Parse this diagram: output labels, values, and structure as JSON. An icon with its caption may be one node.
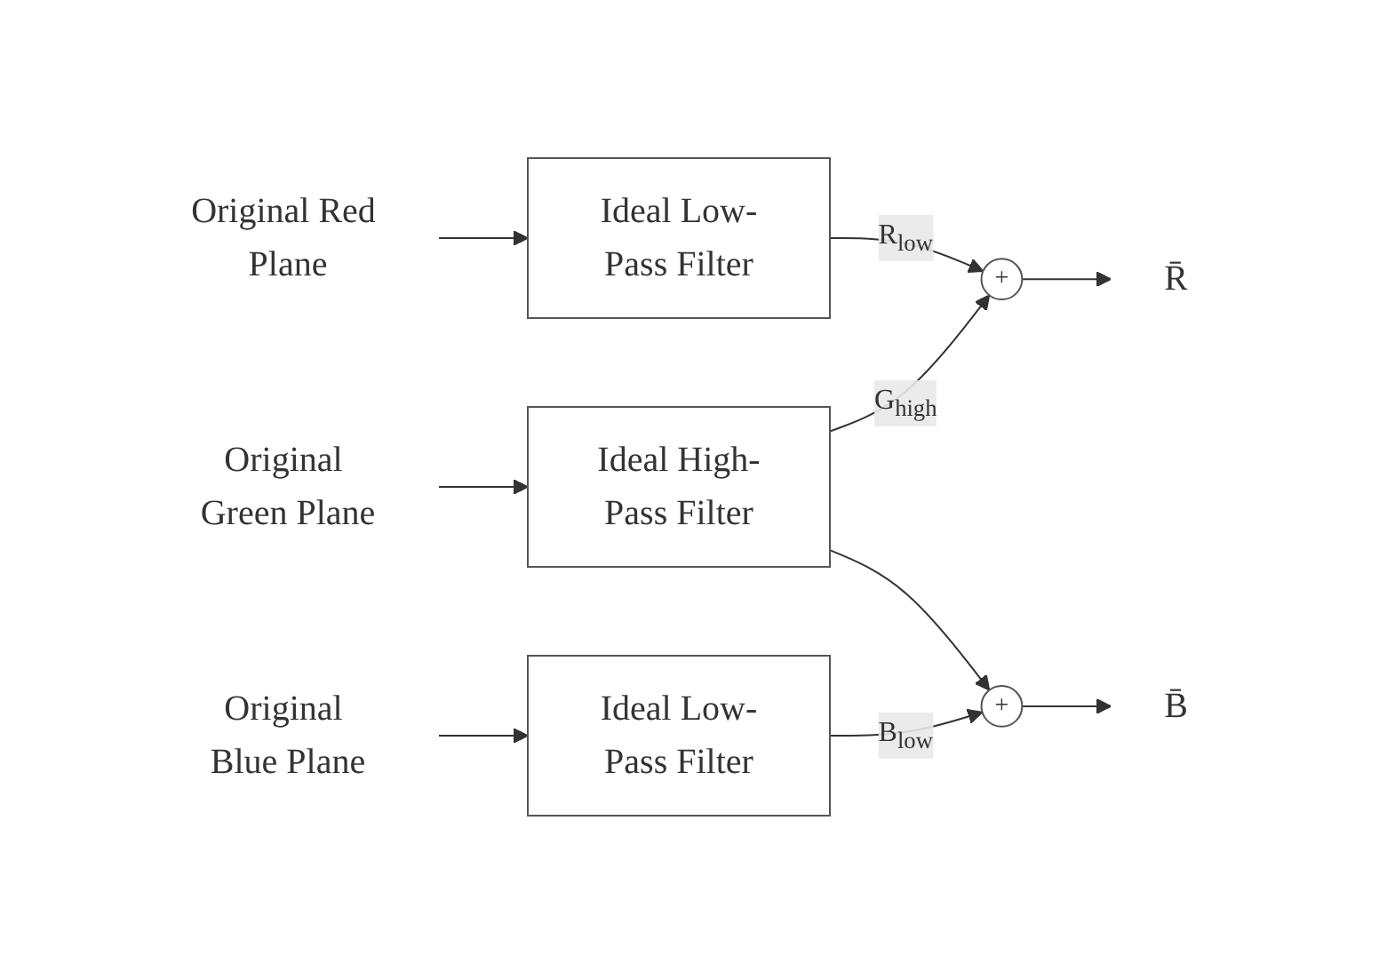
{
  "diagram": {
    "nodes": [
      {
        "text": [
          "Original Red Plane"
        ]
      },
      {
        "text": [
          "Ideal Low-Pass Filter"
        ]
      },
      {
        "text": [
          "+"
        ]
      },
      {
        "text": [
          "R̄"
        ]
      },
      {
        "text": [
          "Original Green Plane"
        ]
      },
      {
        "text": [
          "Ideal High-Pass Filter"
        ]
      },
      {
        "text": [
          "Original Blue Plane"
        ]
      },
      {
        "text": [
          "Ideal Low-Pass Filter"
        ]
      },
      {
        "text": [
          "+"
        ]
      },
      {
        "text": [
          "B̄"
        ]
      }
    ],
    "edges": [
      {
        "from": 0,
        "to": 1,
        "arrow": "to"
      },
      {
        "from": 1,
        "to": 2,
        "arrow": "to",
        "label": "R$_{low}$"
      },
      {
        "from": 2,
        "to": 3,
        "arrow": "to"
      },
      {
        "from": 4,
        "to": 5,
        "arrow": "to"
      },
      {
        "from": 5,
        "to": 2,
        "arrow": "to",
        "label": "G$_{high}$"
      },
      {
        "from": 5,
        "to": 8,
        "arrow": "to"
      },
      {
        "from": 6,
        "to": 7,
        "arrow": "to"
      },
      {
        "from": 7,
        "to": 8,
        "arrow": "to",
        "label": "B$_{low}$"
      },
      {
        "from": 8,
        "to": 9,
        "arrow": "to"
      }
    ]
  }
}
